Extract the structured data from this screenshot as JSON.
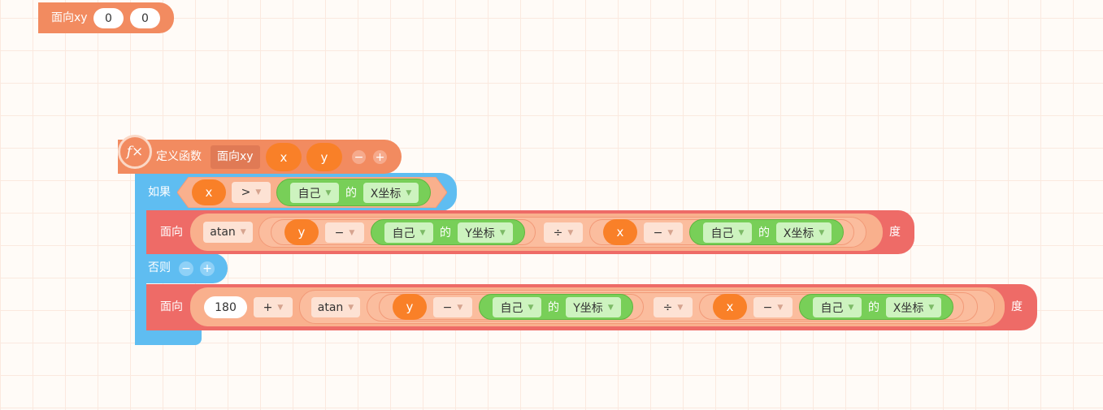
{
  "call_block": {
    "label": "面向xy",
    "arg_x": "0",
    "arg_y": "0"
  },
  "define_block": {
    "icon": "function-icon",
    "icon_text": "f×",
    "label": "定义函数",
    "name": "面向xy",
    "params": [
      "x",
      "y"
    ],
    "minus": "−",
    "plus": "+"
  },
  "if_block": {
    "label_if": "如果",
    "label_else": "否则",
    "minus": "−",
    "plus": "+"
  },
  "condition": {
    "left": "x",
    "op": ">",
    "obj": "自己",
    "of": "的",
    "prop": "X坐标"
  },
  "face1": {
    "label": "面向",
    "func": "atan",
    "unit": "度",
    "num": {
      "var": "y",
      "op": "−",
      "obj": "自己",
      "of": "的",
      "prop": "Y坐标"
    },
    "div": "÷",
    "den": {
      "var": "x",
      "op": "−",
      "obj": "自己",
      "of": "的",
      "prop": "X坐标"
    }
  },
  "face2": {
    "label": "面向",
    "value": "180",
    "add": "+",
    "func": "atan",
    "unit": "度",
    "num": {
      "var": "y",
      "op": "−",
      "obj": "自己",
      "of": "的",
      "prop": "Y坐标"
    },
    "div": "÷",
    "den": {
      "var": "x",
      "op": "−",
      "obj": "自己",
      "of": "的",
      "prop": "X坐标"
    }
  },
  "colors": {
    "procedure": "#f28b60",
    "control": "#5fbdf1",
    "motion": "#ee6b67",
    "operator": "#f9b08d",
    "sensing": "#78cf58",
    "variable": "#f98028"
  }
}
